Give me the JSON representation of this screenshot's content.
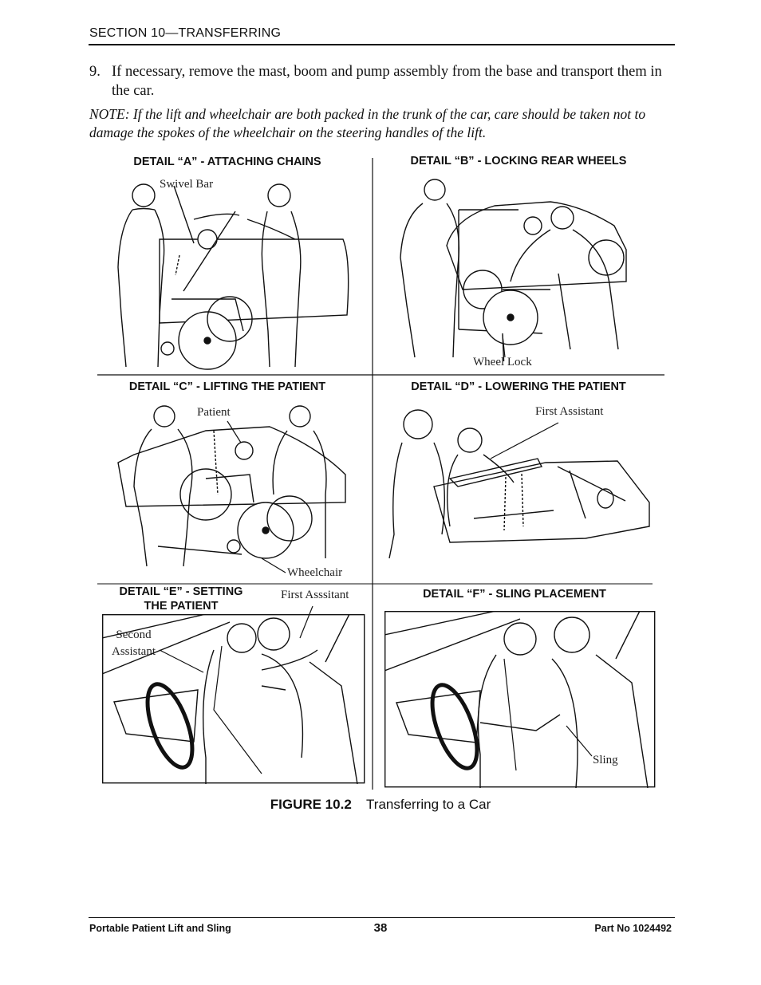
{
  "section_header": "SECTION 10—TRANSFERRING",
  "step": {
    "number": "9.",
    "text": "If necessary, remove the mast, boom and pump assembly from the base and transport them in the car."
  },
  "note": "NOTE: If the lift and wheelchair are both packed in the trunk of the car, care should be taken not to damage the spokes of the wheelchair on the steering handles of the lift.",
  "details": {
    "a": {
      "title": "DETAIL “A” - ATTACHING CHAINS",
      "callout": "Swivel Bar"
    },
    "b": {
      "title": "DETAIL “B” - LOCKING REAR WHEELS",
      "callout": "Wheel Lock"
    },
    "c": {
      "title": "DETAIL “C” - LIFTING THE PATIENT",
      "callout_patient": "Patient",
      "callout_wheelchair": "Wheelchair"
    },
    "d": {
      "title": "DETAIL “D” - LOWERING THE PATIENT",
      "callout": "First Assistant"
    },
    "e": {
      "title_line1": "DETAIL “E” - SETTING",
      "title_line2": "THE PATIENT",
      "callout_first": "First Asssitant",
      "callout_second_line1": "Second",
      "callout_second_line2": "Assistant"
    },
    "f": {
      "title": "DETAIL “F” - SLING PLACEMENT",
      "callout": "Sling"
    }
  },
  "figure": {
    "number": "FIGURE 10.2",
    "caption": "Transferring to a Car"
  },
  "footer": {
    "left": "Portable Patient Lift and Sling",
    "page": "38",
    "right": "Part No 1024492"
  }
}
